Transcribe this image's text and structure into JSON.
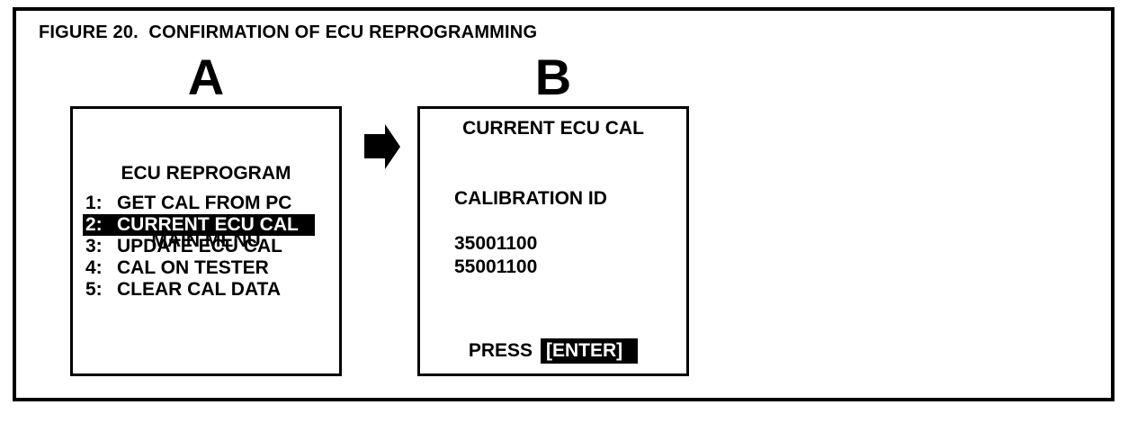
{
  "colors": {
    "ink": "#000000",
    "paper": "#ffffff"
  },
  "figure": {
    "title": "FIGURE 20.  CONFIRMATION OF ECU REPROGRAMMING"
  },
  "panel_a": {
    "label": "A",
    "screen_title_line1": "ECU REPROGRAM",
    "screen_title_line2": "MAIN MENU",
    "menu_items": [
      {
        "number": "1:",
        "label": "GET CAL FROM PC",
        "selected": false
      },
      {
        "number": "2:",
        "label": "CURRENT ECU CAL",
        "selected": true
      },
      {
        "number": "3:",
        "label": "UPDATE ECU CAL",
        "selected": false
      },
      {
        "number": "4:",
        "label": "CAL ON TESTER",
        "selected": false
      },
      {
        "number": "5:",
        "label": "CLEAR CAL DATA",
        "selected": false
      }
    ]
  },
  "arrow": {
    "icon": "right-arrow-icon"
  },
  "panel_b": {
    "label": "B",
    "screen_title": "CURRENT ECU CAL",
    "section_label": "CALIBRATION ID",
    "calibration_ids": [
      "35001100",
      "55001100"
    ],
    "prompt": {
      "press_label": "PRESS",
      "key_label": "[ENTER]"
    }
  }
}
